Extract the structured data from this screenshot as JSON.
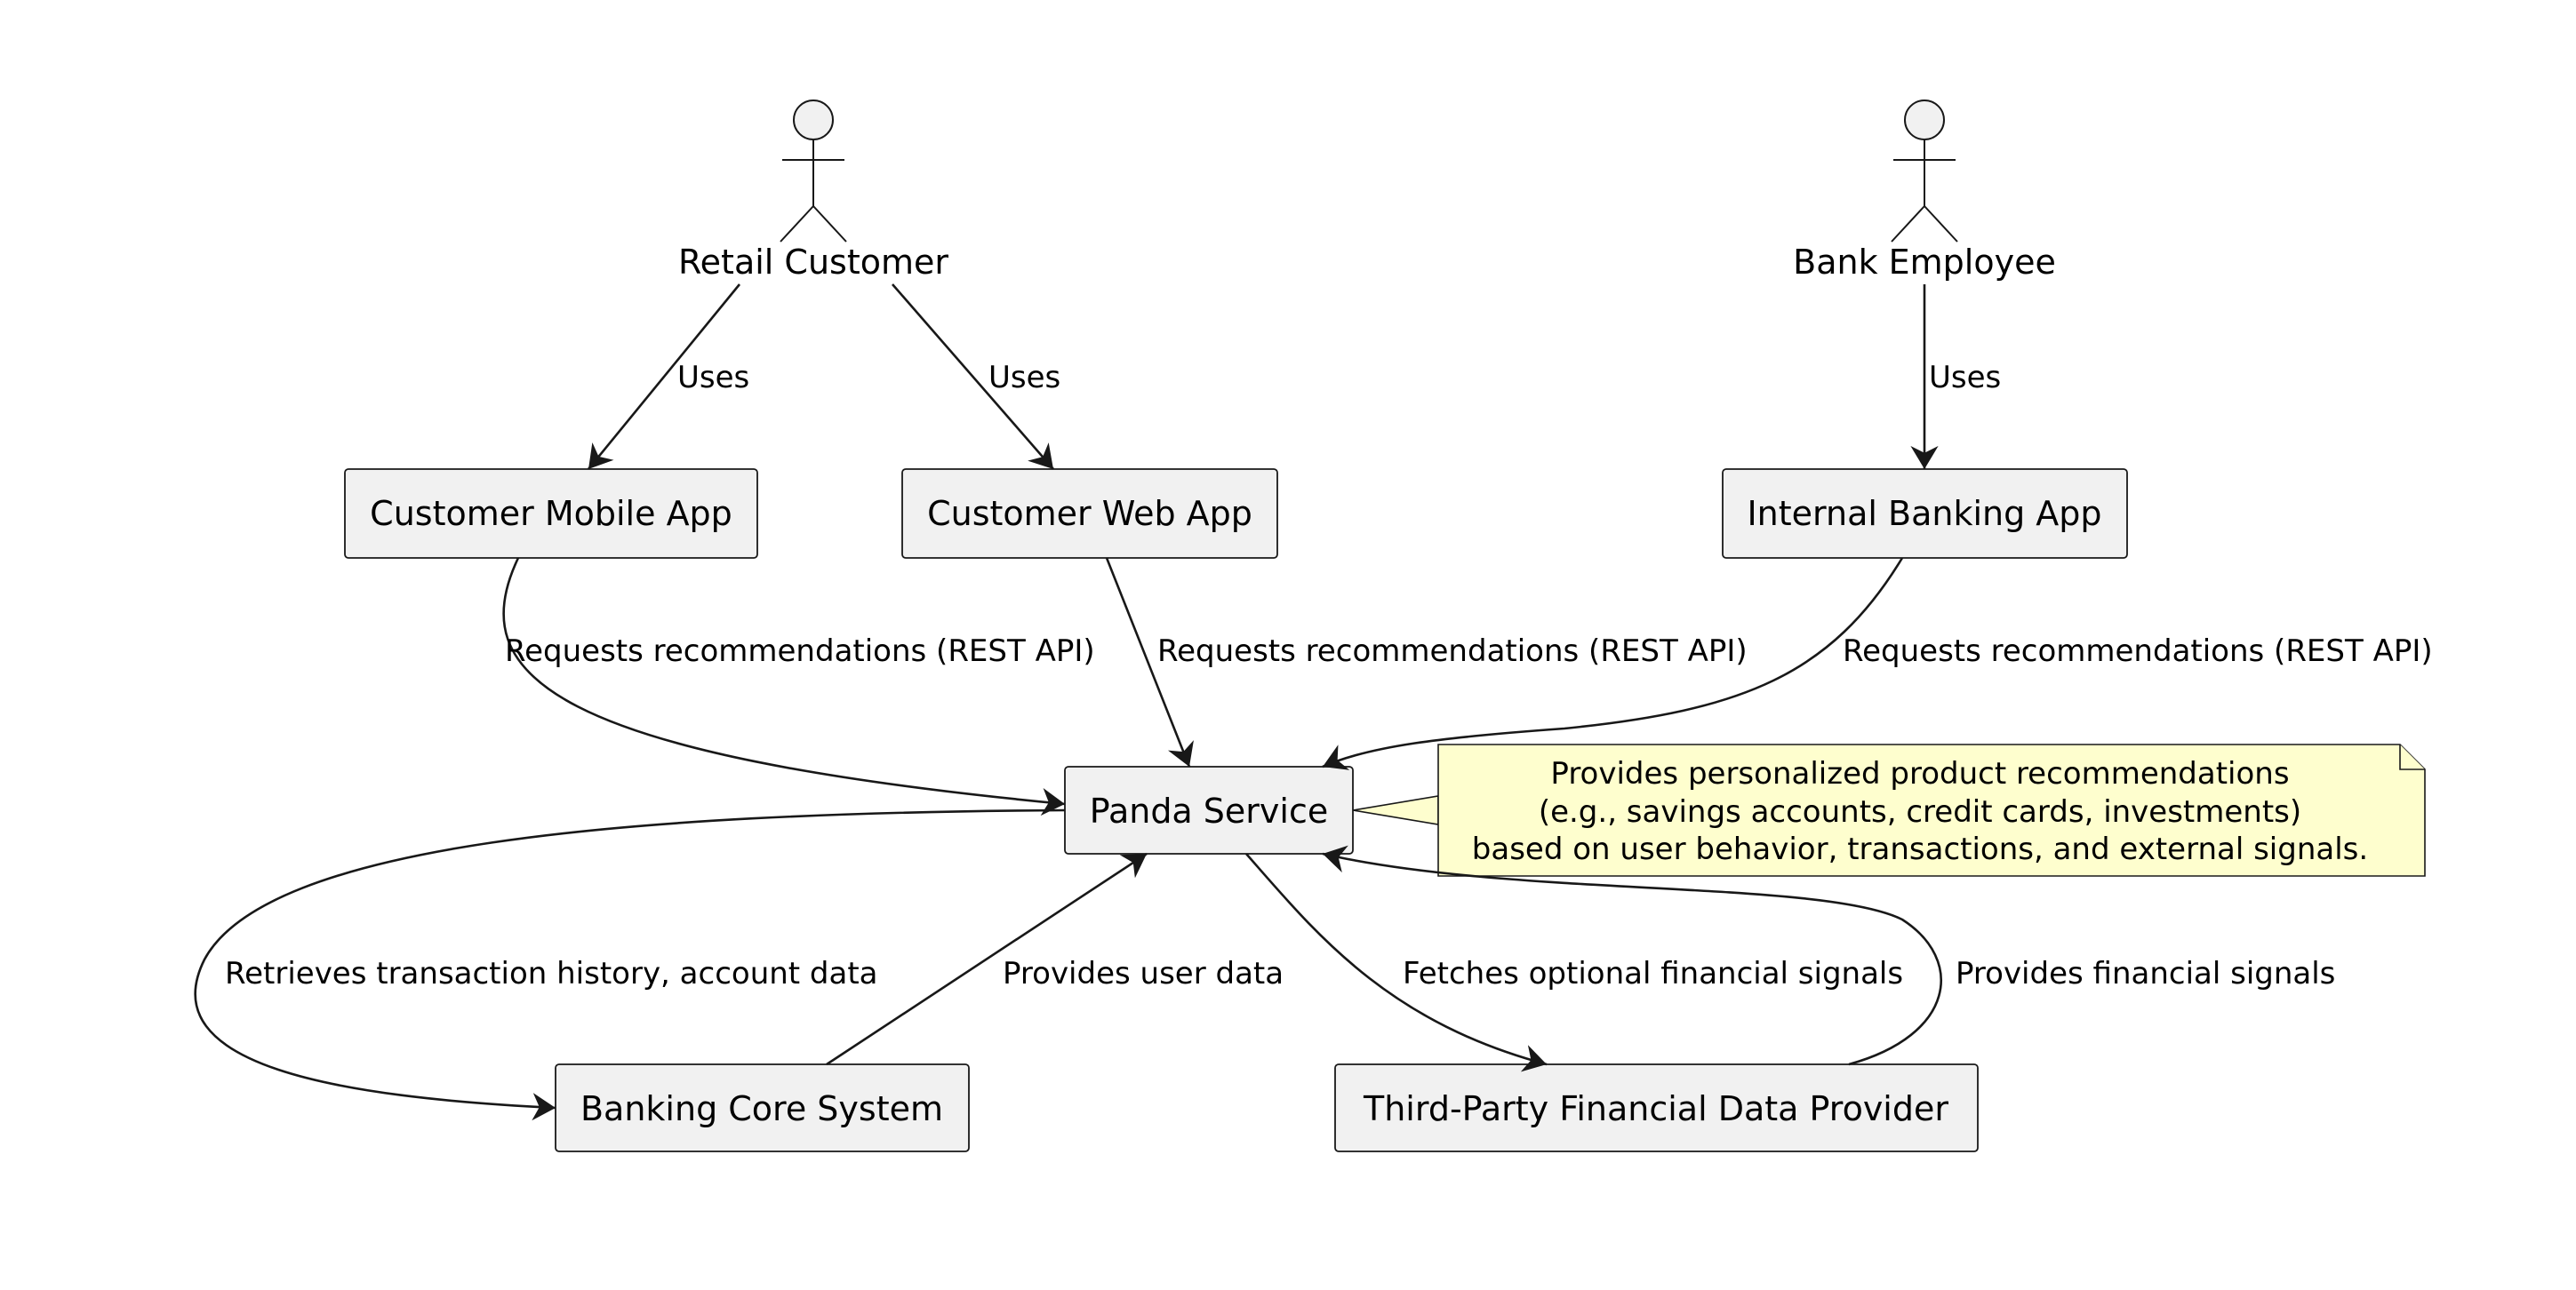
{
  "actors": {
    "retail_customer": "Retail Customer",
    "bank_employee": "Bank Employee"
  },
  "components": {
    "customer_mobile_app": "Customer Mobile App",
    "customer_web_app": "Customer Web App",
    "internal_banking_app": "Internal Banking App",
    "panda_service": "Panda Service",
    "banking_core_system": "Banking Core System",
    "third_party_provider": "Third-Party Financial Data Provider"
  },
  "edges": {
    "retail_uses_mobile": "Uses",
    "retail_uses_web": "Uses",
    "employee_uses_internal": "Uses",
    "mobile_requests": "Requests recommendations (REST API)",
    "web_requests": "Requests recommendations (REST API)",
    "internal_requests": "Requests recommendations (REST API)",
    "panda_retrieves": "Retrieves transaction history, account data",
    "core_provides": "Provides user data",
    "panda_fetches": "Fetches optional financial signals",
    "provider_provides": "Provides financial signals"
  },
  "note": {
    "line1": "Provides personalized product recommendations",
    "line2": "(e.g., savings accounts, credit cards, investments)",
    "line3": "based on user behavior, transactions, and external signals."
  },
  "colors": {
    "box_fill": "#f1f1f1",
    "note_fill": "#fefece",
    "stroke": "#181818"
  }
}
